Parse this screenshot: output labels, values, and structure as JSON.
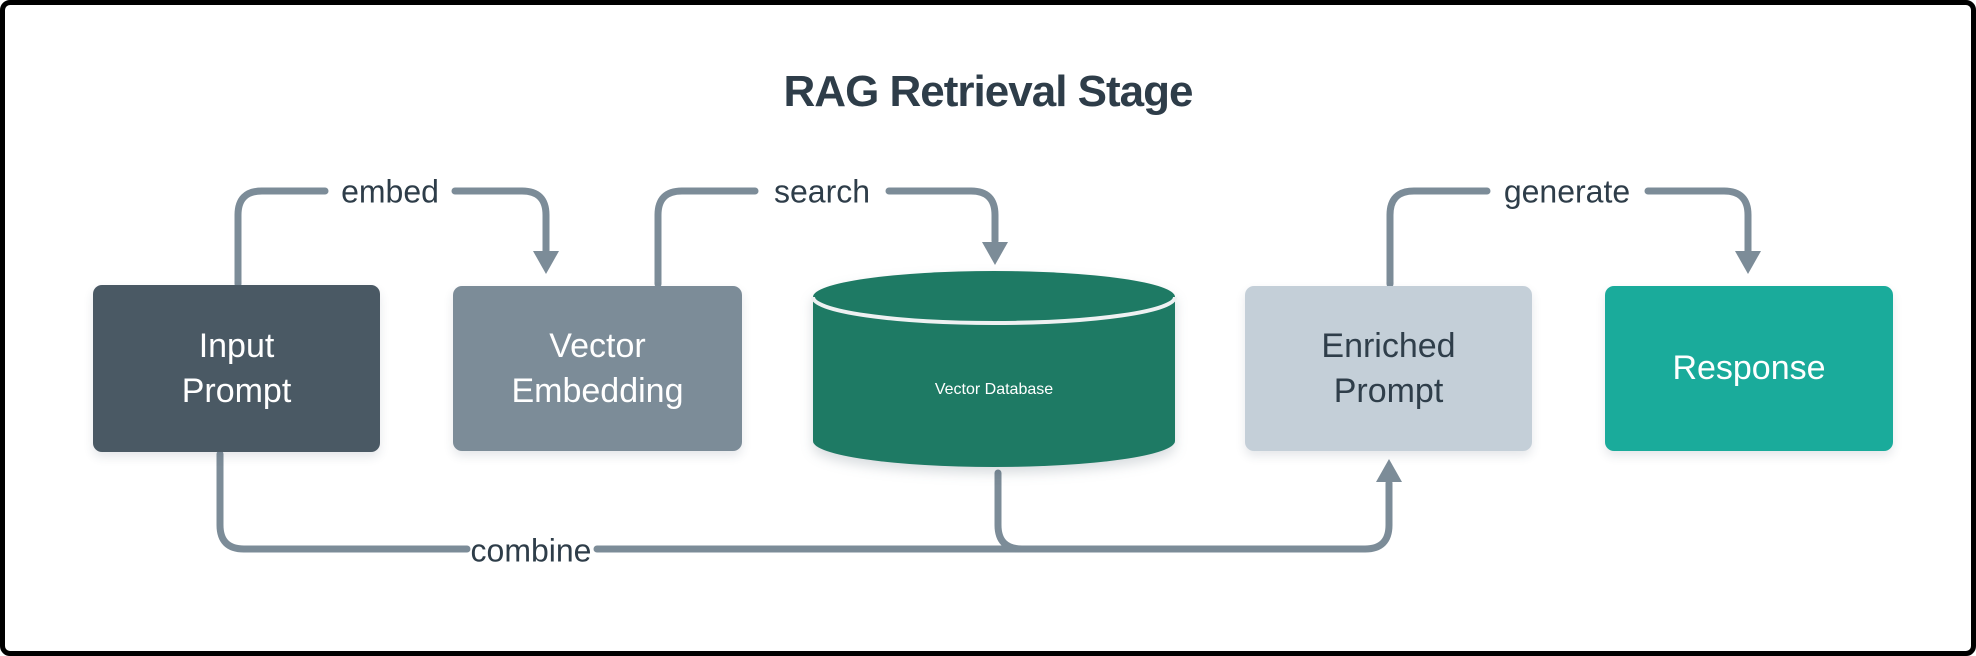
{
  "title": "RAG Retrieval Stage",
  "nodes": [
    {
      "id": "input-prompt",
      "label": "Input\nPrompt",
      "shape": "rect",
      "color": "#4a5964",
      "text_color": "#ffffff"
    },
    {
      "id": "vector-embedding",
      "label": "Vector\nEmbedding",
      "shape": "rect",
      "color": "#7c8c98",
      "text_color": "#ffffff"
    },
    {
      "id": "vector-database",
      "label": "Vector Database",
      "shape": "cylinder",
      "color": "#1e7a64",
      "text_color": "#ffffff"
    },
    {
      "id": "enriched-prompt",
      "label": "Enriched\nPrompt",
      "shape": "rect",
      "color": "#c4cfd8",
      "text_color": "#2f3e4a"
    },
    {
      "id": "response",
      "label": "Response",
      "shape": "rect",
      "color": "#1aab9b",
      "text_color": "#ffffff"
    }
  ],
  "edges": [
    {
      "from": "input-prompt",
      "to": "vector-embedding",
      "label": "embed"
    },
    {
      "from": "vector-embedding",
      "to": "vector-database",
      "label": "search"
    },
    {
      "from": "input-prompt + vector-database",
      "to": "enriched-prompt",
      "label": "combine"
    },
    {
      "from": "enriched-prompt",
      "to": "response",
      "label": "generate"
    }
  ],
  "colors": {
    "arrow": "#7c8c98",
    "title_text": "#2e3d49",
    "edge_label_text": "#2e3d49",
    "cylinder_lid_line": "#eef1f2",
    "background": "#ffffff",
    "frame_border": "#000000"
  }
}
